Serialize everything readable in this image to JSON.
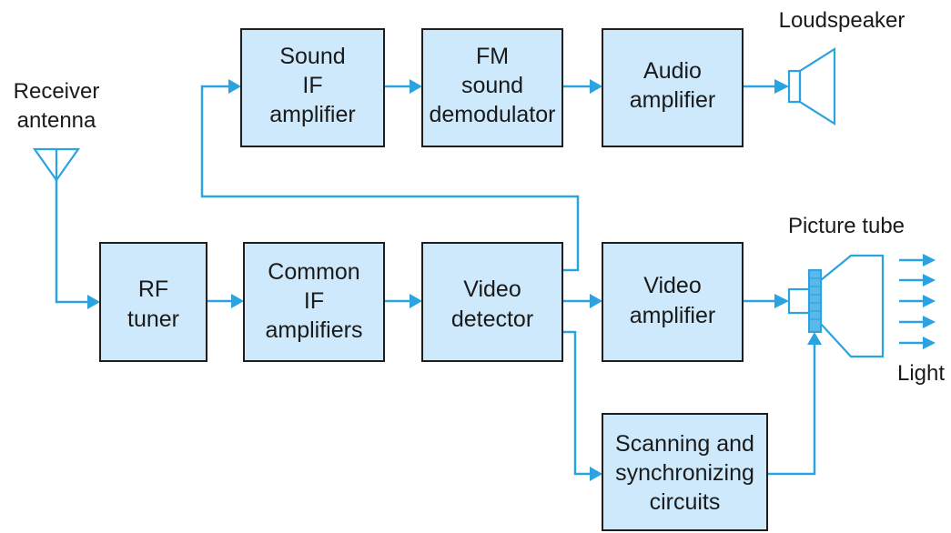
{
  "blocks": {
    "rf_tuner": [
      "RF",
      "tuner"
    ],
    "common_if": [
      "Common",
      "IF",
      "amplifiers"
    ],
    "video_detector": [
      "Video",
      "detector"
    ],
    "video_amplifier": [
      "Video",
      "amplifier"
    ],
    "sound_if": [
      "Sound",
      "IF",
      "amplifier"
    ],
    "fm_demod": [
      "FM",
      "sound",
      "demodulator"
    ],
    "audio_amplifier": [
      "Audio",
      "amplifier"
    ],
    "scanning": [
      "Scanning and",
      "synchronizing",
      "circuits"
    ]
  },
  "labels": {
    "antenna": [
      "Receiver",
      "antenna"
    ],
    "loudspeaker": "Loudspeaker",
    "picture_tube": "Picture tube",
    "light": "Light"
  },
  "colors": {
    "block_fill": "#cde9fb",
    "wire": "#2aa3e0",
    "outline": "#1e1e1e"
  }
}
